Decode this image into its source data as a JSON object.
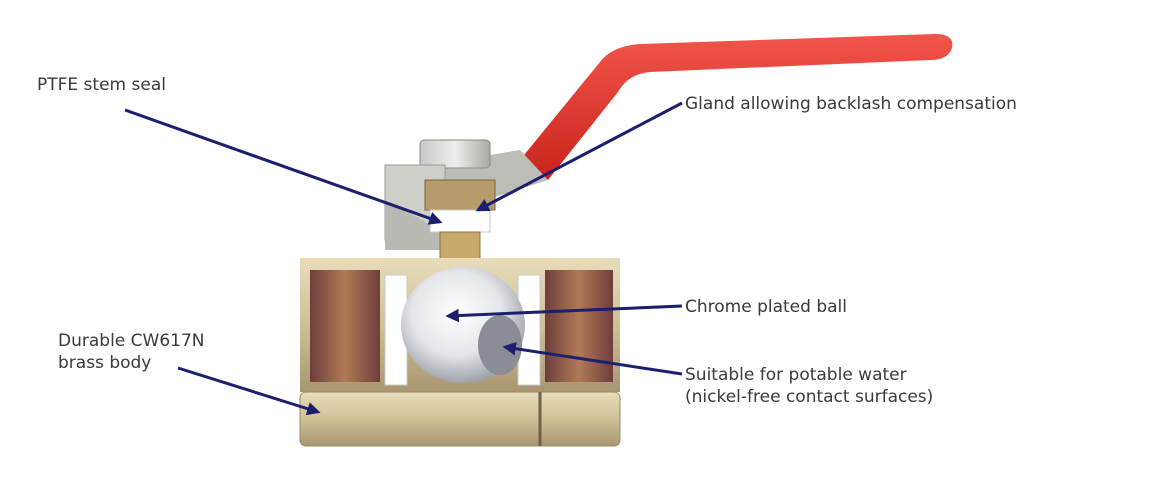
{
  "annotations": {
    "ptfe_stem_seal": "PTFE stem seal",
    "gland": "Gland allowing backlash compensation",
    "ball": "Chrome plated ball",
    "potable_water": {
      "line1": "Suitable for potable water",
      "line2": "(nickel-free contact surfaces)"
    },
    "brass_body": {
      "line1": "Durable CW617N",
      "line2": "brass body"
    }
  },
  "colors": {
    "handle": "#e8362b",
    "arrow": "#1b1f6e",
    "brass": "#d2c39a",
    "text": "#3a3a3a"
  }
}
